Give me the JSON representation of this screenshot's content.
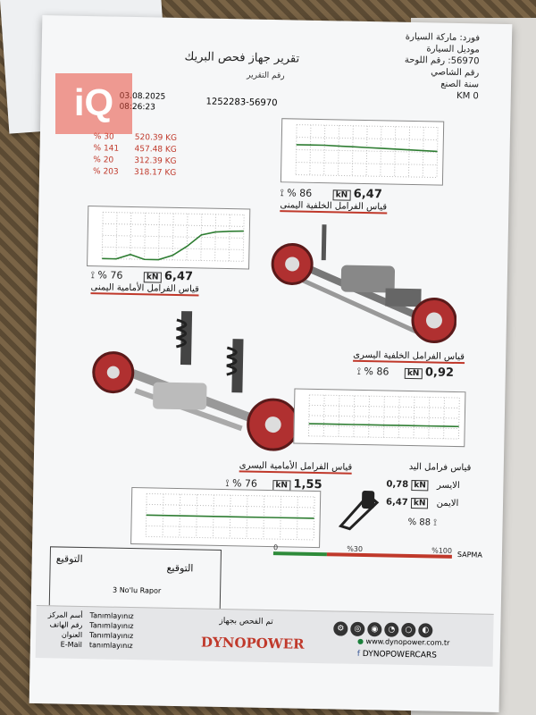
{
  "header": {
    "title": "تقرير جهاز فحص البريك",
    "report_label": "رقم التقرير",
    "date": "03.08.2025",
    "time": "08:26:23",
    "report_number": "1252283-56970",
    "fields": [
      "فورد: ماركة السيارة",
      "موديل السيارة",
      "56970: رقم اللوحة",
      "رقم الشاصي",
      "سنة الصنع",
      "KM 0"
    ]
  },
  "summary": {
    "rows": [
      {
        "pct": "% 30",
        "value": "520.39 KG"
      },
      {
        "pct": "% 141",
        "value": "457.48 KG"
      },
      {
        "pct": "% 20",
        "value": "312.39 KG"
      },
      {
        "pct": "% 203",
        "value": "318.17 KG"
      }
    ]
  },
  "sections": {
    "rear_right": {
      "label": "قياس الفرامل الخلفية اليمنى",
      "pct": "% 86",
      "kn": "6,47"
    },
    "front_right": {
      "label": "قياس الفرامل الأمامية اليمنى",
      "pct": "% 76",
      "kn": "6,47"
    },
    "rear_left": {
      "label": "قياس الفرامل الخلفية اليسرى",
      "pct": "% 86",
      "kn": "0,92"
    },
    "front_left": {
      "label": "قياس الفرامل الأمامية اليسرى",
      "pct": "% 76",
      "kn": "1,55"
    }
  },
  "handbrake": {
    "title": "قياس فرامل اليد",
    "left_label": "الايسر",
    "left_value": "0,78",
    "right_label": "الايمن",
    "right_value": "6,47",
    "pct": "% 88",
    "kn_unit": "kN"
  },
  "sapma": {
    "label": "SAPMA",
    "t0": "0",
    "t30": "%30",
    "t100": "%100"
  },
  "signature": {
    "label1": "التوقيع",
    "label2": "التوقيع",
    "rapor": "3 No'lu Rapor"
  },
  "footer": {
    "rows": [
      {
        "key": "أسم المركز",
        "value": "Tanımlayınız"
      },
      {
        "key": "رقم الهاتف",
        "value": "Tanımlayınız"
      },
      {
        "key": "العنوان",
        "value": "Tanımlayınız"
      },
      {
        "key": "E-Mail",
        "value": "tanımlayınız"
      }
    ],
    "made_by": "تم الفحص بجهاز",
    "brand": "DYNOPOWER",
    "website": "www.dynopower.com.tr",
    "social": "DYNOPOWERCARS"
  },
  "watermark": "iQ",
  "colors": {
    "accent_red": "#c0392b",
    "chart_green": "#2e7d32",
    "sapma_green": "#2e8b3a"
  },
  "chart_data": [
    {
      "type": "line",
      "name": "rear_right",
      "x": [
        0,
        1,
        2,
        3,
        4,
        5,
        6,
        7,
        8,
        9,
        10
      ],
      "y": [
        6,
        6,
        6,
        5.9,
        5.8,
        5.7,
        5.6,
        5.5,
        5.4,
        5.3,
        5.2
      ],
      "ylim": [
        0,
        10
      ]
    },
    {
      "type": "line",
      "name": "front_right",
      "x": [
        0,
        1,
        2,
        3,
        4,
        5,
        6,
        7,
        8,
        9,
        10
      ],
      "y": [
        0,
        0,
        1,
        0,
        0,
        1,
        3,
        5.5,
        6.2,
        6.4,
        6.5
      ],
      "ylim": [
        0,
        10
      ]
    },
    {
      "type": "line",
      "name": "rear_left",
      "x": [
        0,
        1,
        2,
        3,
        4,
        5,
        6,
        7,
        8,
        9,
        10
      ],
      "y": [
        3,
        3,
        3,
        3,
        3,
        3,
        3,
        3,
        3,
        3,
        3
      ],
      "ylim": [
        0,
        10
      ]
    },
    {
      "type": "line",
      "name": "front_left",
      "x": [
        0,
        1,
        2,
        3,
        4,
        5,
        6,
        7,
        8,
        9,
        10
      ],
      "y": [
        5,
        5,
        5,
        5,
        5,
        5,
        5,
        5,
        5,
        5,
        5
      ],
      "ylim": [
        0,
        10
      ]
    }
  ]
}
